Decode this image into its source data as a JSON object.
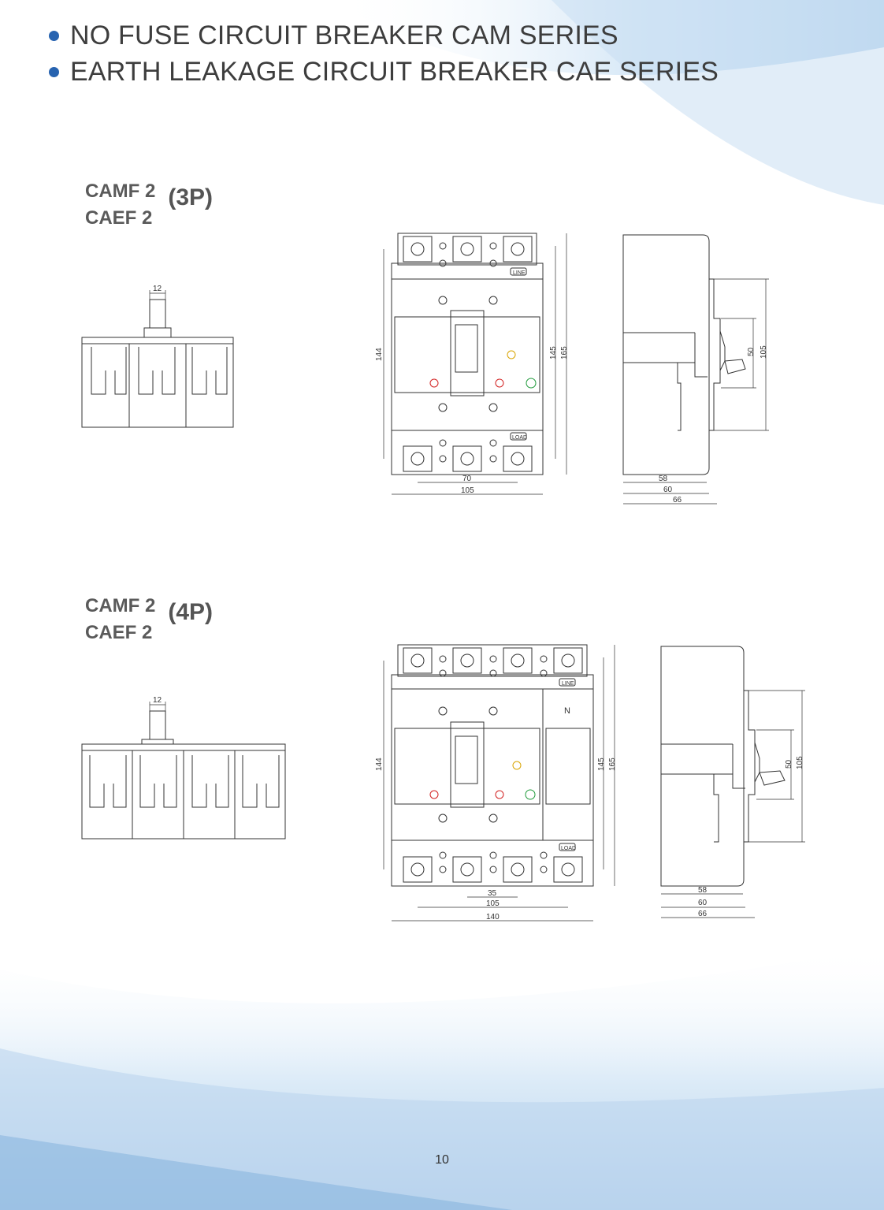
{
  "header": {
    "lines": [
      "NO FUSE CIRCUIT BREAKER CAM SERIES",
      "EARTH LEAKAGE CIRCUIT BREAKER CAE SERIES"
    ]
  },
  "sections": [
    {
      "models": [
        "CAMF 2",
        "CAEF 2"
      ],
      "poles": "(3P)",
      "dims": {
        "handle": "12",
        "height_inner": "144",
        "height_mid": "145",
        "height_outer": "165",
        "pitch": "70",
        "width": "105",
        "side_handle_inner": "50",
        "side_handle_outer": "105",
        "depth_1": "58",
        "depth_2": "60",
        "depth_3": "66"
      },
      "marks": {
        "line": "LINE",
        "load": "LOAD"
      }
    },
    {
      "models": [
        "CAMF 2",
        "CAEF 2"
      ],
      "poles": "(4P)",
      "dims": {
        "handle": "12",
        "height_inner": "144",
        "height_mid": "145",
        "height_outer": "165",
        "pitch": "35",
        "span": "105",
        "width": "140",
        "side_handle_inner": "50",
        "side_handle_outer": "105",
        "depth_1": "58",
        "depth_2": "60",
        "depth_3": "66"
      },
      "marks": {
        "line": "LINE",
        "load": "LOAD",
        "neutral": "N"
      }
    }
  ],
  "page_number": "10",
  "colors": {
    "accent": "#2763b0",
    "indicator_red": "#d22020",
    "indicator_yellow": "#d9a400",
    "indicator_green": "#1f9a3a"
  }
}
